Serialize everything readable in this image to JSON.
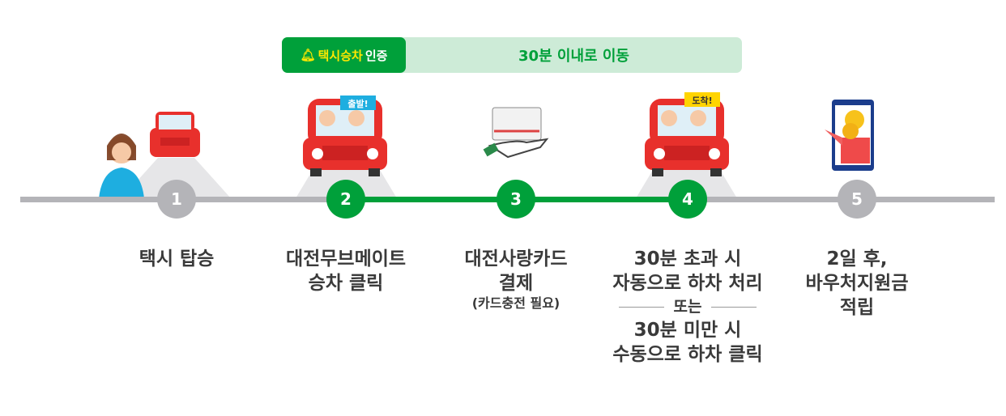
{
  "banner": {
    "auth_icon": "bell-icon",
    "auth_highlight": "택시승차",
    "auth_label": "인증",
    "within": "30분 이내로 이동"
  },
  "colors": {
    "green": "#00a03a",
    "light_green": "#cdebd7",
    "gray": "#b4b4b8",
    "text": "#3a3a3a"
  },
  "steps": [
    {
      "num": "1",
      "lines": [
        "택시 탑승"
      ]
    },
    {
      "num": "2",
      "lines": [
        "대전무브메이트",
        "승차 클릭"
      ],
      "flag": "출발!"
    },
    {
      "num": "3",
      "lines": [
        "대전사랑카드",
        "결제"
      ],
      "note": "(카드충전 필요)"
    },
    {
      "num": "4",
      "lines": [
        "30분 초과 시",
        "자동으로 하차 처리"
      ],
      "or": "또는",
      "lines2": [
        "30분 미만 시",
        "수동으로 하차 클릭"
      ],
      "flag": "도착!"
    },
    {
      "num": "5",
      "lines": [
        "2일 후,",
        "바우처지원금",
        "적립"
      ]
    }
  ]
}
